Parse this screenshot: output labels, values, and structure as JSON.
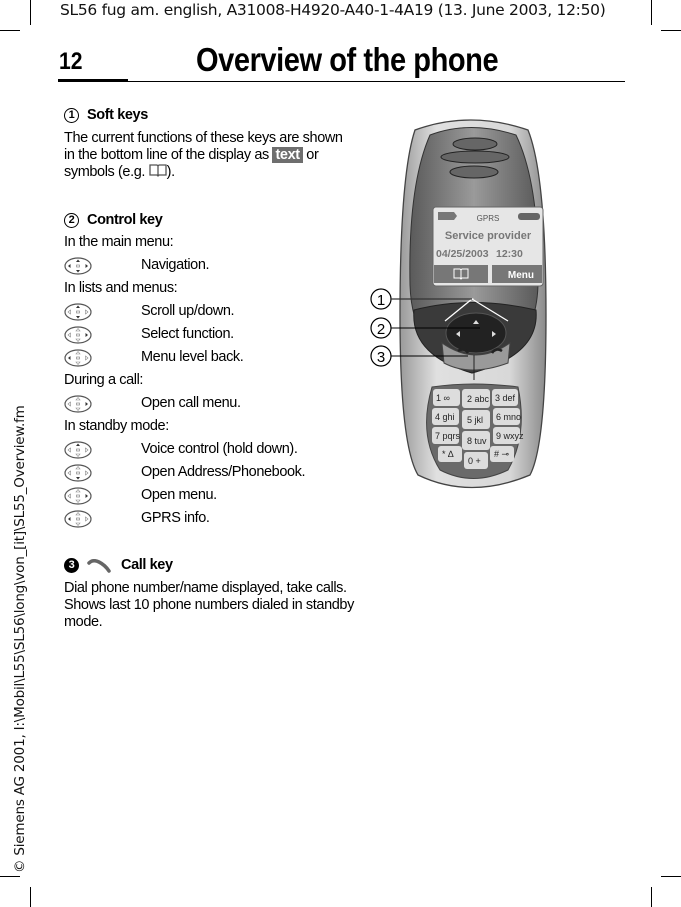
{
  "print_header": "SL56 fug am. english, A31008-H4920-A40-1-4A19 (13. June 2003, 12:50)",
  "side_note": "© Siemens AG 2001, I:\\Mobil\\L55\\SL56\\long\\von_[it]\\SL55_Overview.fm",
  "page": {
    "number": "12",
    "title": "Overview of the phone"
  },
  "sections": [
    {
      "marker": "1",
      "title": "Soft keys",
      "body_pre": "The current functions of these keys are shown in the bottom line of the display as ",
      "badge": "text",
      "body_mid": " or symbols (e.g. ",
      "body_post": ").",
      "symbol_icon": "book-icon"
    },
    {
      "marker": "2",
      "title": "Control key",
      "groups": [
        {
          "label": "In the main menu:",
          "items": [
            {
              "icon": "joystick-all-directions-icon",
              "text": "Navigation."
            }
          ]
        },
        {
          "label": "In lists and menus:",
          "items": [
            {
              "icon": "joystick-up-down-icon",
              "text": "Scroll up/down."
            },
            {
              "icon": "joystick-right-icon",
              "text": "Select function."
            },
            {
              "icon": "joystick-left-icon",
              "text": "Menu level back."
            }
          ]
        },
        {
          "label": "During a call:",
          "items": [
            {
              "icon": "joystick-right-icon",
              "text": "Open call menu."
            }
          ]
        },
        {
          "label": "In standby mode:",
          "items": [
            {
              "icon": "joystick-up-icon",
              "text": "Voice control (hold down)."
            },
            {
              "icon": "joystick-down-icon",
              "text": "Open Address/Phonebook."
            },
            {
              "icon": "joystick-right-icon",
              "text": "Open menu."
            },
            {
              "icon": "joystick-left-icon",
              "text": "GPRS info."
            }
          ]
        }
      ]
    },
    {
      "marker": "3",
      "title": "Call key",
      "icon": "call-handset-icon",
      "body": "Dial phone number/name displayed, take calls. Shows last 10 phone numbers dialed in standby mode."
    }
  ],
  "phone": {
    "screen": {
      "gprs_label": "GPRS",
      "line1": "Service provider",
      "date": "04/25/2003",
      "time": "12:30",
      "left_softkey_icon": "book-icon",
      "right_softkey": "Menu"
    },
    "callouts": [
      "1",
      "2",
      "3"
    ],
    "keypad": [
      [
        "1 ∞",
        "2 abc",
        "3 def"
      ],
      [
        "4 ghi",
        "5 jkl",
        "6 mno"
      ],
      [
        "7 pqrs",
        "8 tuv",
        "9 wxyz"
      ],
      [
        "* ∆",
        "0 +",
        "# ⊸"
      ]
    ]
  }
}
